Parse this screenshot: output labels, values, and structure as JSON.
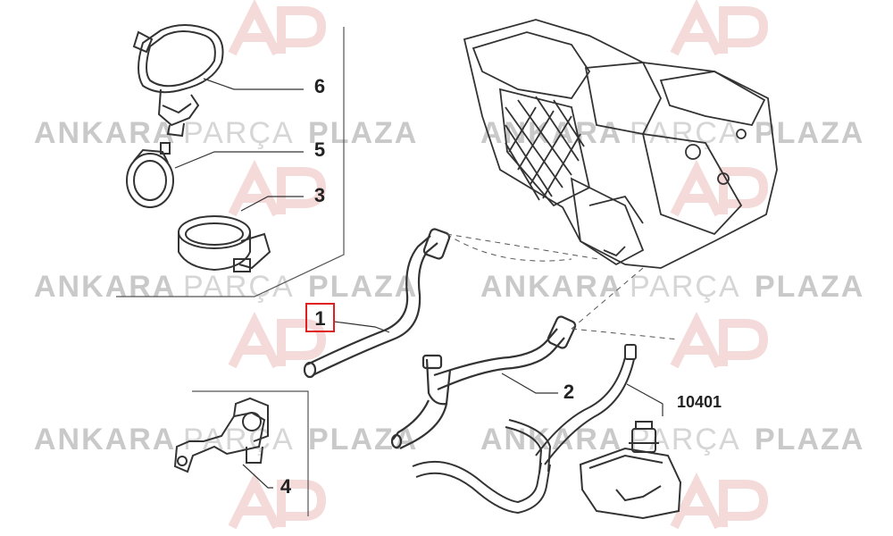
{
  "callouts": {
    "part_1": "1",
    "part_2": "2",
    "part_3": "3",
    "part_4": "4",
    "part_5": "5",
    "part_6": "6",
    "part_10401": "10401"
  },
  "watermark": {
    "word_1": "ANKARA",
    "word_2": "PARÇA",
    "word_3": "PLAZA",
    "logo": "AP"
  },
  "colors": {
    "line": "#333333",
    "highlight": "#e02020",
    "watermark_logo": "#e8b4b4",
    "watermark_text": "#cccccc"
  }
}
